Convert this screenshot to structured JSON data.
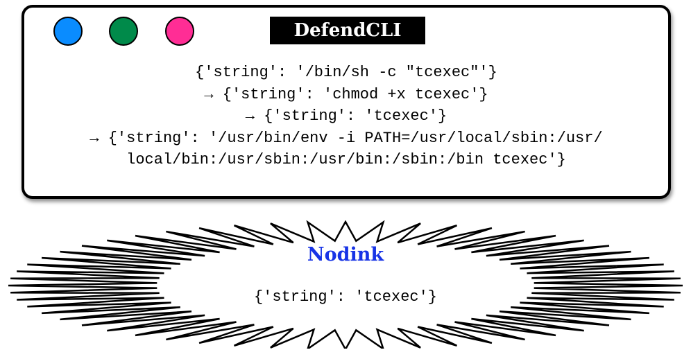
{
  "window": {
    "title": "DefendCLI",
    "dots": [
      {
        "color": "#0a8cff"
      },
      {
        "color": "#008a4a"
      },
      {
        "color": "#ff2d95"
      }
    ],
    "lines": [
      "{'string': '/bin/sh -c \"tcexec\"'}",
      "→ {'string': 'chmod +x tcexec'}",
      "→ {'string': 'tcexec'}",
      "→ {'string': '/usr/bin/env -i PATH=/usr/local/sbin:/usr/",
      "local/bin:/usr/sbin:/usr/bin:/sbin:/bin tcexec'}"
    ]
  },
  "burst": {
    "title": "Nodink",
    "value": "{'string': 'tcexec'}"
  }
}
